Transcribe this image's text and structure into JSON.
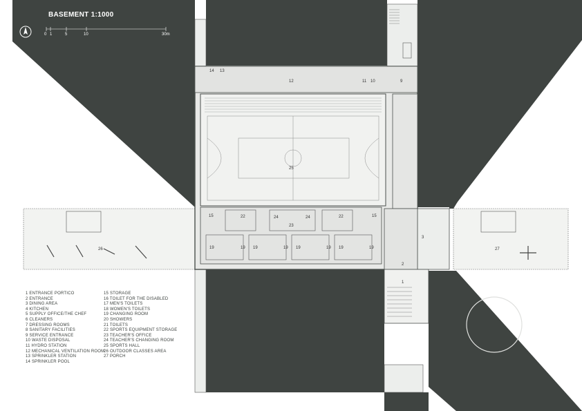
{
  "title": "BASEMENT 1:1000",
  "scale_bar": {
    "labels": [
      "0",
      "1",
      "5",
      "10",
      "30m"
    ]
  },
  "legend_left": [
    "1  ENTRANCE PORTICO",
    "2  ENTRANCE",
    "3  DINING AREA",
    "4  KITCHEN",
    "5  SUPPLY OFFICE/THE CHEF",
    "6  CLEANERS",
    "7  DRESSING ROOMS",
    "8  SANITARY FACILITIES",
    "9  SERVICE ENTRANCE",
    "10 WASTE DISPOSAL",
    "11 HYDRO STATION",
    "12 MECHANICAL VENTILATION ROOM",
    "13 SPRINKLER STATION",
    "14 SPRINKLER POOL"
  ],
  "legend_right": [
    "15 STORAGE",
    "16 TOILET FOR THE DISABLED",
    "17 MEN'S TOILETS",
    "18 WOMEN'S TOILETS",
    "19 CHANGING ROOM",
    "20 SHOWERS",
    "21 TOILETS",
    "22 SPORTS EQUIPMENT STORAGE",
    "23 TEACHER'S OFFICE",
    "24 TEACHER'S CHANGING ROOM",
    "25 SPORTS HALL",
    "26 OUTDOOR CLASSES AREA",
    "27 PORCH"
  ],
  "room_numbers": {
    "n1": "1",
    "n2": "2",
    "n3": "3",
    "n9": "9",
    "n10": "10",
    "n11": "11",
    "n12": "12",
    "n13": "13",
    "n14": "14",
    "n15a": "15",
    "n15b": "15",
    "n19a": "19",
    "n19b": "19",
    "n19c": "19",
    "n19d": "19",
    "n19e": "19",
    "n19f": "19",
    "n19g": "19",
    "n19h": "19",
    "n22a": "22",
    "n22b": "22",
    "n23": "23",
    "n24a": "24",
    "n24b": "24",
    "n25": "25",
    "n26": "26",
    "n27": "27"
  },
  "colors": {
    "ground_dark": "#3f4441",
    "building": "#e8e9e7",
    "wall": "#4a4f4c"
  }
}
